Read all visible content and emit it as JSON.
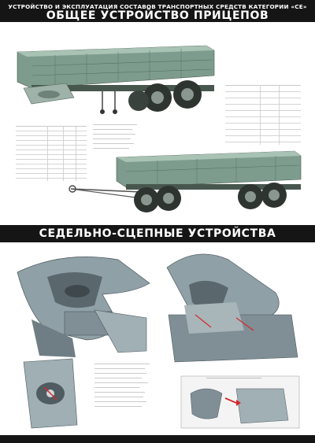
{
  "header": {
    "supertitle": "УСТРОЙСТВО И ЭКСПЛУАТАЦИЯ СОСТАВОВ ТРАНСПОРТНЫХ СРЕДСТВ КАТЕГОРИИ «СЕ»",
    "title": "ОБЩЕЕ УСТРОЙСТВО ПРИЦЕПОВ"
  },
  "section2": {
    "title": "СЕДЕЛЬНО-СЦЕПНЫЕ УСТРОЙСТВА"
  },
  "colors": {
    "bar": "#151515",
    "trailer_green": "#7e9c8d",
    "trailer_green_dark": "#56705f",
    "tire": "#2e3430",
    "coupler_metal": "#8fa0a6",
    "coupler_dark": "#5a686e",
    "accent_red": "#d7262a"
  }
}
